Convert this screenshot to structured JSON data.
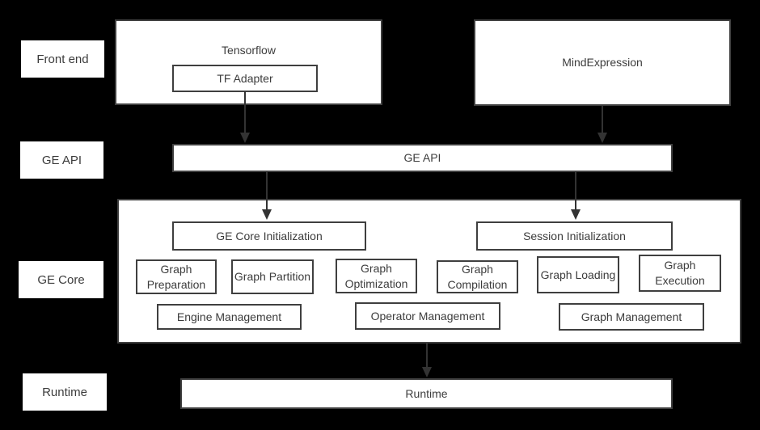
{
  "rows": {
    "front_end": "Front end",
    "ge_api": "GE API",
    "ge_core": "GE Core",
    "runtime": "Runtime"
  },
  "front_end_layer": {
    "tensorflow": "Tensorflow",
    "tf_adapter": "TF Adapter",
    "mindexpression": "MindExpression"
  },
  "api_layer": {
    "ge_api_bar": "GE API"
  },
  "core_layer": {
    "ge_core_initialization": "GE Core Initialization",
    "session_initialization": "Session Initialization",
    "graph_preparation": "Graph Preparation",
    "graph_partition": "Graph Partition",
    "graph_optimization": "Graph Optimization",
    "graph_compilation": "Graph Compilation",
    "graph_loading": "Graph Loading",
    "graph_execution": "Graph Execution",
    "engine_management": "Engine Management",
    "operator_management": "Operator Management",
    "graph_management": "Graph Management"
  },
  "runtime_layer": {
    "runtime_bar": "Runtime"
  },
  "edges": [
    {
      "from": "tf_adapter",
      "to": "ge_api_bar"
    },
    {
      "from": "mindexpression",
      "to": "ge_api_bar"
    },
    {
      "from": "ge_api_bar",
      "to": "ge_core_initialization"
    },
    {
      "from": "ge_api_bar",
      "to": "session_initialization"
    },
    {
      "from": "ge_core",
      "to": "runtime_bar"
    }
  ],
  "colors": {
    "background": "#000000",
    "box_fill": "#ffffff",
    "box_border": "#3f3f3f",
    "text": "#3c3c3c",
    "arrow": "#333333"
  }
}
